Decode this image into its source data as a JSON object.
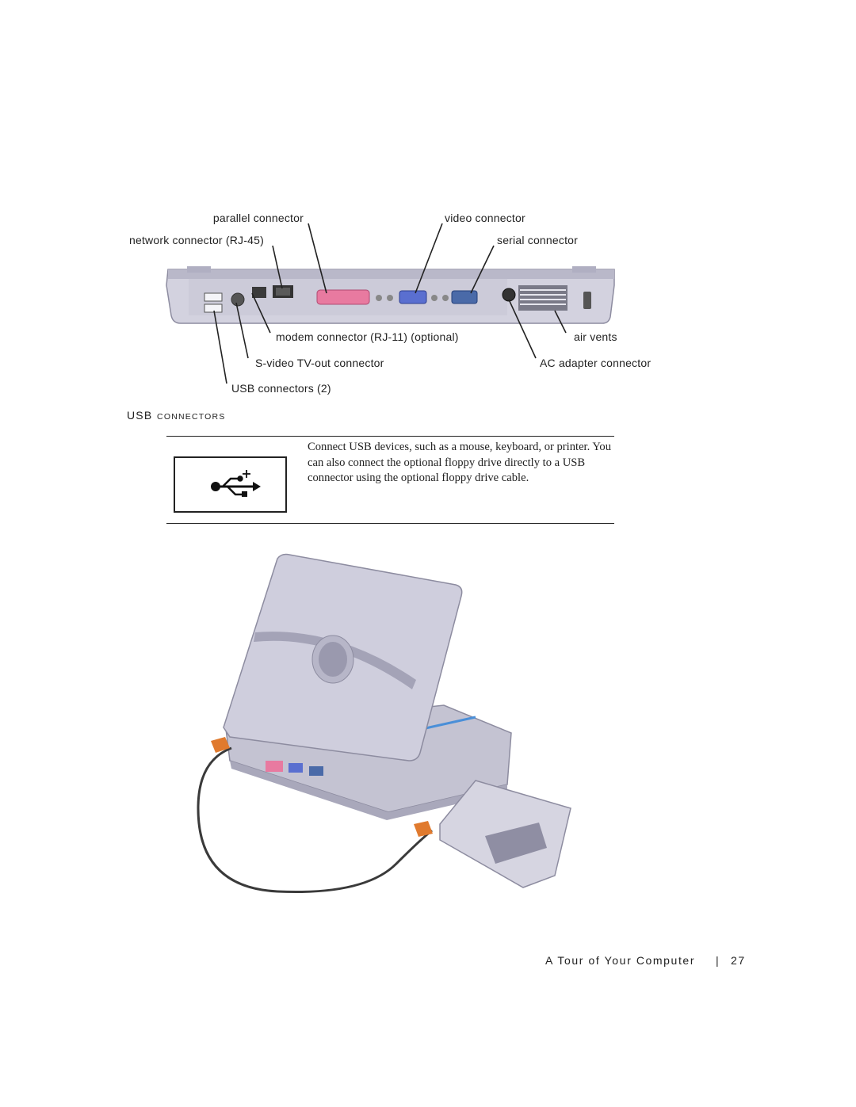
{
  "back_panel": {
    "labels": {
      "parallel": "parallel connector",
      "network": "network connector (RJ-45)",
      "video": "video connector",
      "serial": "serial connector",
      "modem": "modem connector (RJ-11) (optional)",
      "air_vents": "air vents",
      "svideo": "S-video TV-out connector",
      "ac_adapter": "AC adapter connector",
      "usb": "USB connectors (2)"
    }
  },
  "section": {
    "heading_first": "USB",
    "heading_rest": "CONNECTORS",
    "icon": "usb-icon",
    "description": "Connect USB devices, such as a mouse, keyboard, or printer. You can also connect the optional floppy drive directly to a USB connector using the optional floppy drive cable."
  },
  "footer": {
    "chapter": "A Tour of Your Computer",
    "separator": "|",
    "page_number": "27"
  },
  "colors": {
    "text": "#222222",
    "chassis": "#c9c8d6",
    "parallel_port": "#e87aa0",
    "video_port": "#5a6fd0",
    "serial_port": "#4a6aa8",
    "cable_connector": "#e07a2e"
  }
}
